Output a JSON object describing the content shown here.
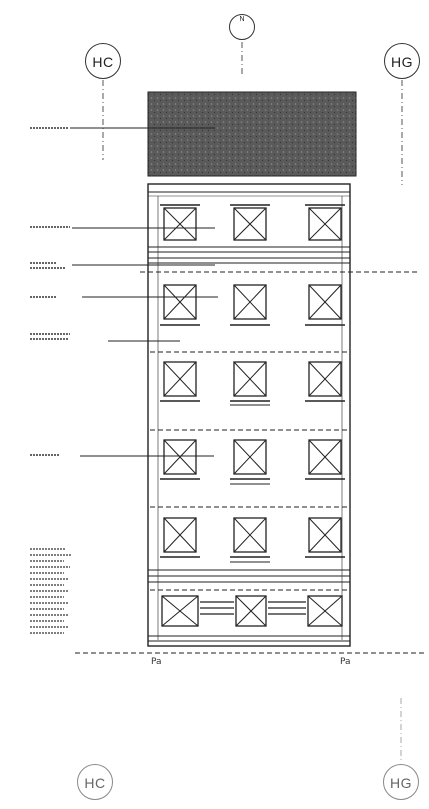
{
  "drawing": {
    "grid_labels_top": [
      "HC",
      "HG"
    ],
    "grid_labels_bottom": [
      "HC",
      "HG"
    ],
    "north_marker": "N",
    "level_labels": [
      "Pa",
      "Pa"
    ]
  },
  "colors": {
    "ink": "#222222",
    "roof_fill": "#555555",
    "window_frame": "#333333"
  }
}
